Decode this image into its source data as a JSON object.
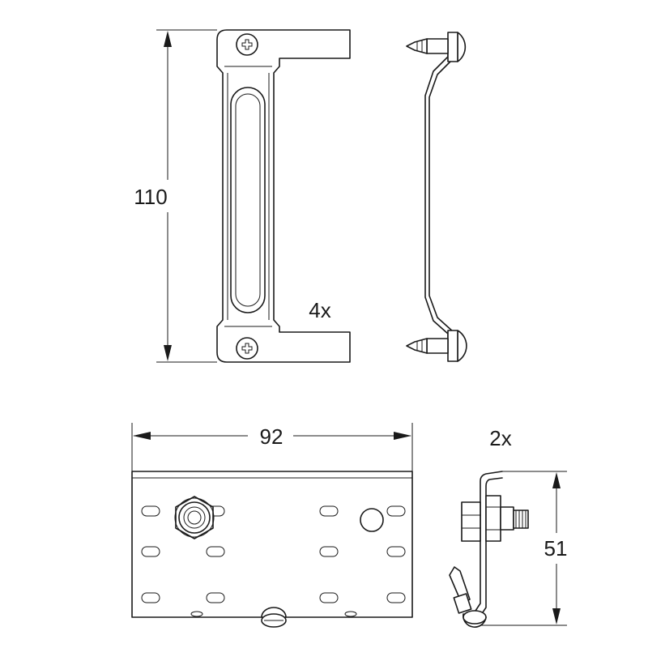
{
  "dimensions": {
    "top_bracket_height": "110",
    "top_bracket_quantity": "4x",
    "bottom_plate_width": "92",
    "bottom_bracket_quantity": "2x",
    "bottom_bracket_height": "51"
  },
  "icons": [
    "phillips-screw-icon",
    "hex-nut-icon",
    "drill-screw-icon"
  ]
}
